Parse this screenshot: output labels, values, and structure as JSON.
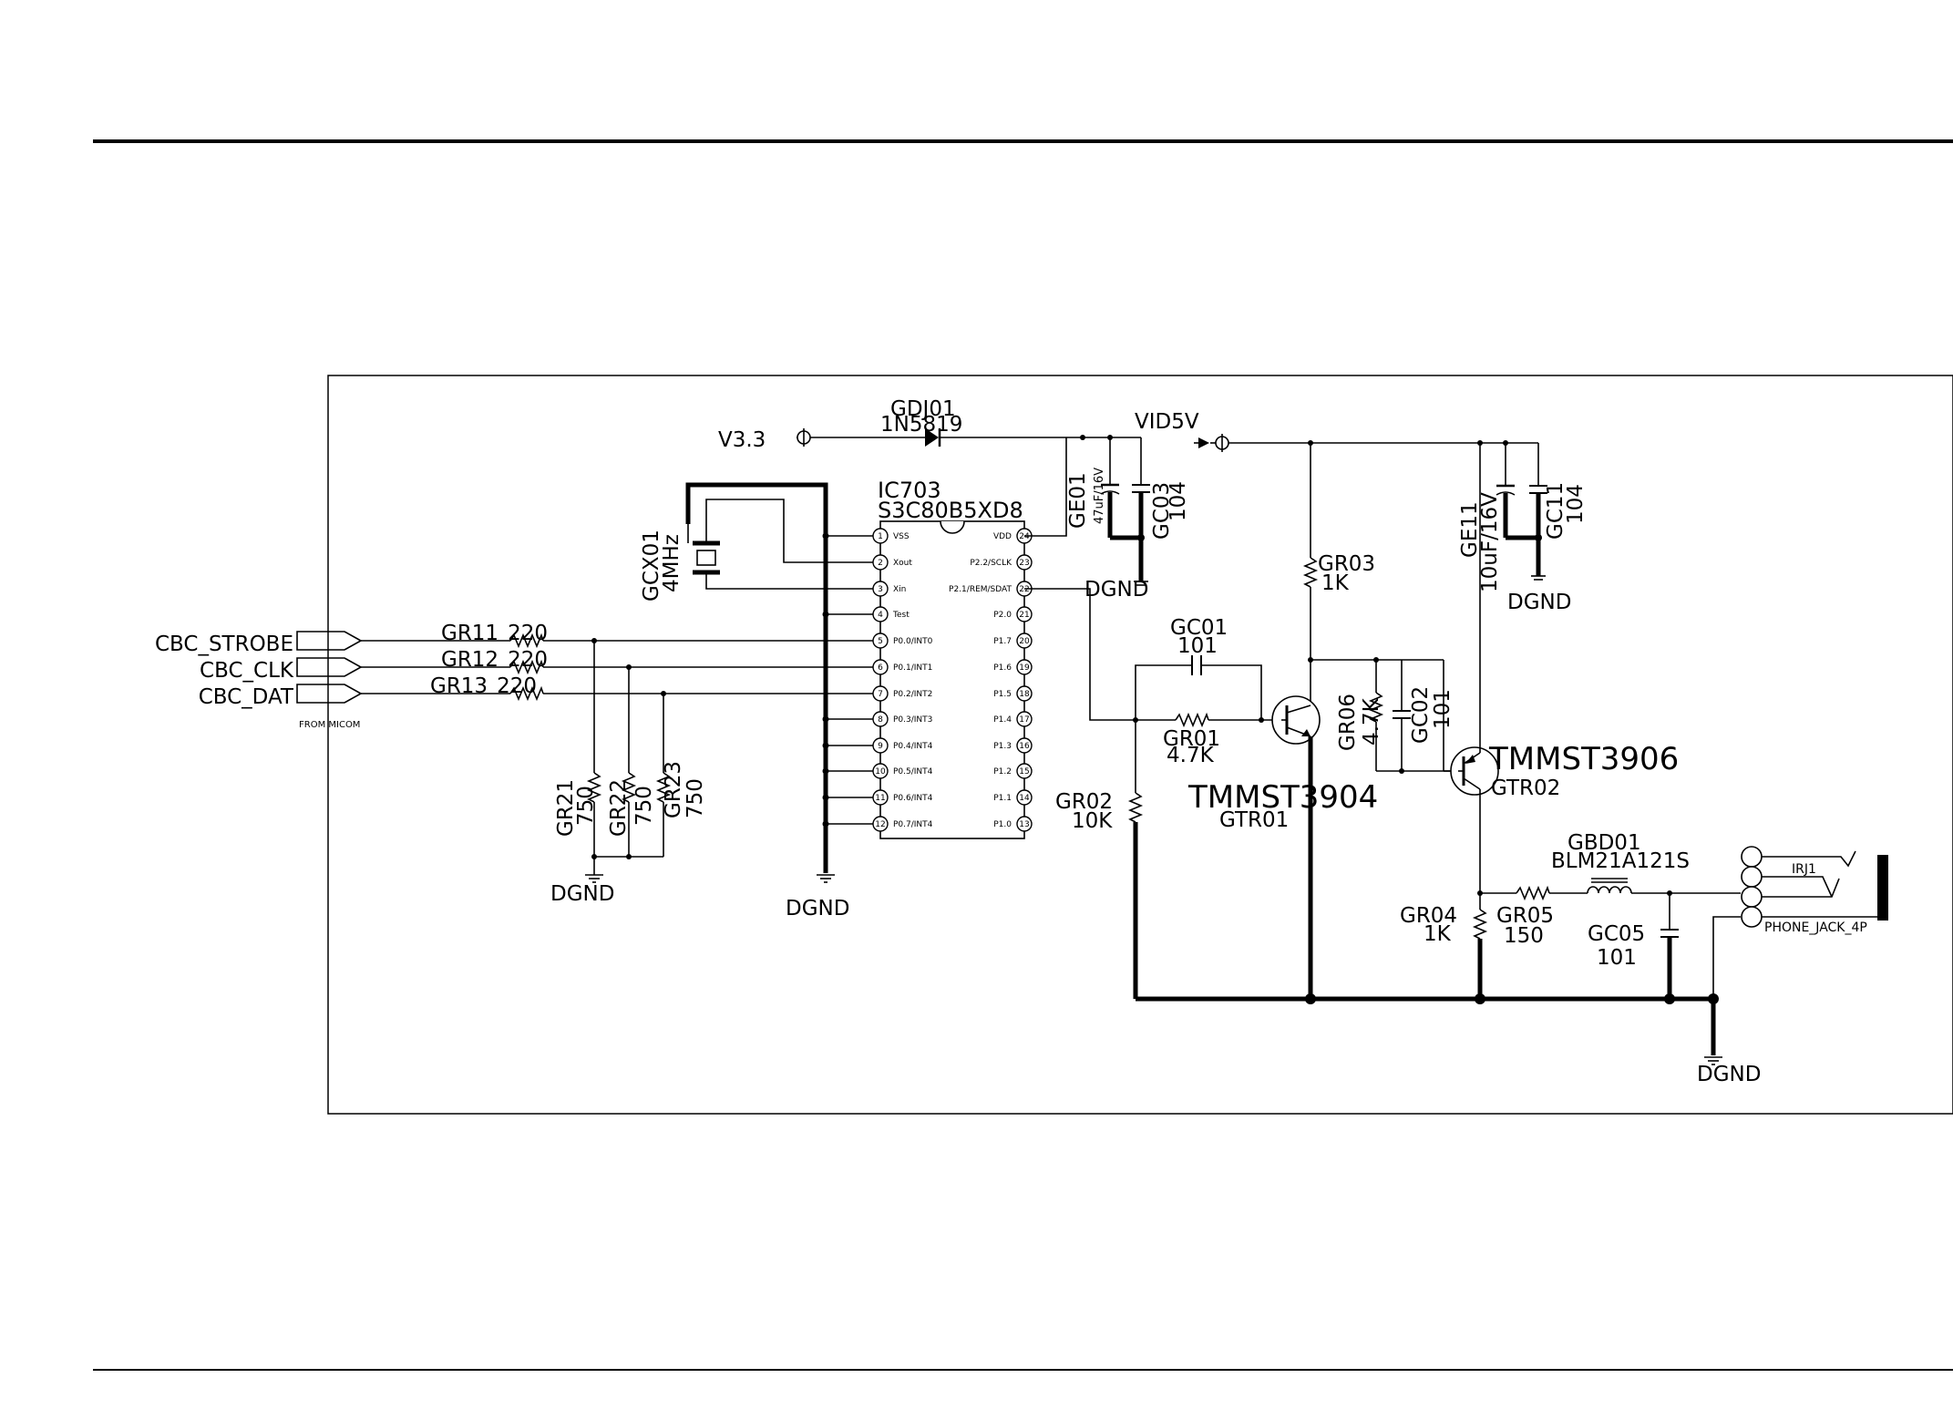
{
  "colors": {
    "ink": "#000000",
    "paper": "#ffffff"
  },
  "nets": {
    "v33": "V3.3",
    "vid5v": "VID5V",
    "dgnd": "DGND",
    "cbc_strobe": "CBC_STROBE",
    "cbc_clk": "CBC_CLK",
    "cbc_dat": "CBC_DAT",
    "from_micom": "FROM MICOM"
  },
  "ic": {
    "ref": "IC703",
    "part": "S3C80B5XD8",
    "left_pins": [
      {
        "num": "1",
        "name": "VSS"
      },
      {
        "num": "2",
        "name": "Xout"
      },
      {
        "num": "3",
        "name": "Xin"
      },
      {
        "num": "4",
        "name": "Test"
      },
      {
        "num": "5",
        "name": "P0.0/INT0"
      },
      {
        "num": "6",
        "name": "P0.1/INT1"
      },
      {
        "num": "7",
        "name": "P0.2/INT2"
      },
      {
        "num": "8",
        "name": "P0.3/INT3"
      },
      {
        "num": "9",
        "name": "P0.4/INT4"
      },
      {
        "num": "10",
        "name": "P0.5/INT4"
      },
      {
        "num": "11",
        "name": "P0.6/INT4"
      },
      {
        "num": "12",
        "name": "P0.7/INT4"
      }
    ],
    "right_pins": [
      {
        "num": "24",
        "name": "VDD"
      },
      {
        "num": "23",
        "name": "P2.2/SCLK"
      },
      {
        "num": "22",
        "name": "P2.1/REM/SDAT"
      },
      {
        "num": "21",
        "name": "P2.0"
      },
      {
        "num": "20",
        "name": "P1.7"
      },
      {
        "num": "19",
        "name": "P1.6"
      },
      {
        "num": "18",
        "name": "P1.5"
      },
      {
        "num": "17",
        "name": "P1.4"
      },
      {
        "num": "16",
        "name": "P1.3"
      },
      {
        "num": "15",
        "name": "P1.2"
      },
      {
        "num": "14",
        "name": "P1.1"
      },
      {
        "num": "13",
        "name": "P1.0"
      }
    ]
  },
  "components": {
    "gdj01": {
      "ref": "GDJ01",
      "value": "1N5819"
    },
    "gcx01": {
      "ref": "GCX01",
      "value": "4MHz"
    },
    "ge01": {
      "ref": "GE01",
      "value": "47uF/16V"
    },
    "gc03": {
      "ref": "GC03",
      "value": "104"
    },
    "ge11": {
      "ref": "GE11",
      "value": "10uF/16V"
    },
    "gc11": {
      "ref": "GC11",
      "value": "104"
    },
    "gr11": {
      "ref": "GR11",
      "value": "220"
    },
    "gr12": {
      "ref": "GR12",
      "value": "220"
    },
    "gr13": {
      "ref": "GR13",
      "value": "220"
    },
    "gr21": {
      "ref": "GR21",
      "value": "750"
    },
    "gr22": {
      "ref": "GR22",
      "value": "750"
    },
    "gr23": {
      "ref": "GR23",
      "value": "750"
    },
    "gr03": {
      "ref": "GR03",
      "value": "1K"
    },
    "gc01": {
      "ref": "GC01",
      "value": "101"
    },
    "gr01": {
      "ref": "GR01",
      "value": "4.7K"
    },
    "gr02": {
      "ref": "GR02",
      "value": "10K"
    },
    "gr06": {
      "ref": "GR06",
      "value": "4.7K"
    },
    "gc02": {
      "ref": "GC02",
      "value": "101"
    },
    "gtr01": {
      "ref": "GTR01",
      "value": "TMMST3904"
    },
    "gtr02": {
      "ref": "GTR02",
      "value": "TMMST3906"
    },
    "gbd01": {
      "ref": "GBD01",
      "value": "BLM21A121S"
    },
    "gr04": {
      "ref": "GR04",
      "value": "1K"
    },
    "gr05": {
      "ref": "GR05",
      "value": "150"
    },
    "gc05": {
      "ref": "GC05",
      "value": "101"
    },
    "irj1": {
      "ref": "IRJ1",
      "value": "PHONE_JACK_4P"
    }
  }
}
